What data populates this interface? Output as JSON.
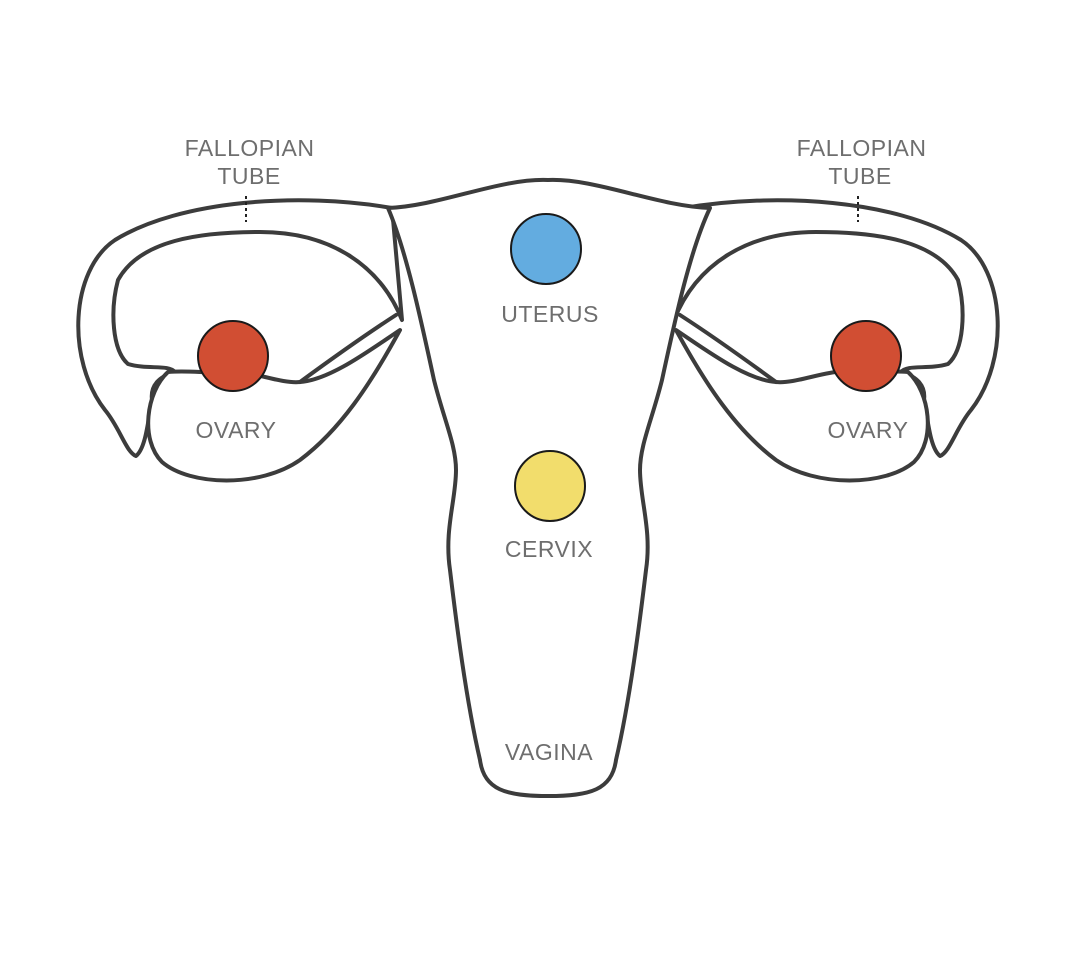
{
  "labels": {
    "fallopian_tube_left": [
      "FALLOPIAN",
      "TUBE"
    ],
    "fallopian_tube_right": [
      "FALLOPIAN",
      "TUBE"
    ],
    "uterus": "UTERUS",
    "ovary_left": "OVARY",
    "ovary_right": "OVARY",
    "cervix": "CERVIX",
    "vagina": "VAGINA"
  },
  "colors": {
    "uterus_marker": "#63ace0",
    "ovary_marker": "#d14e33",
    "cervix_marker": "#f2dd6c"
  }
}
